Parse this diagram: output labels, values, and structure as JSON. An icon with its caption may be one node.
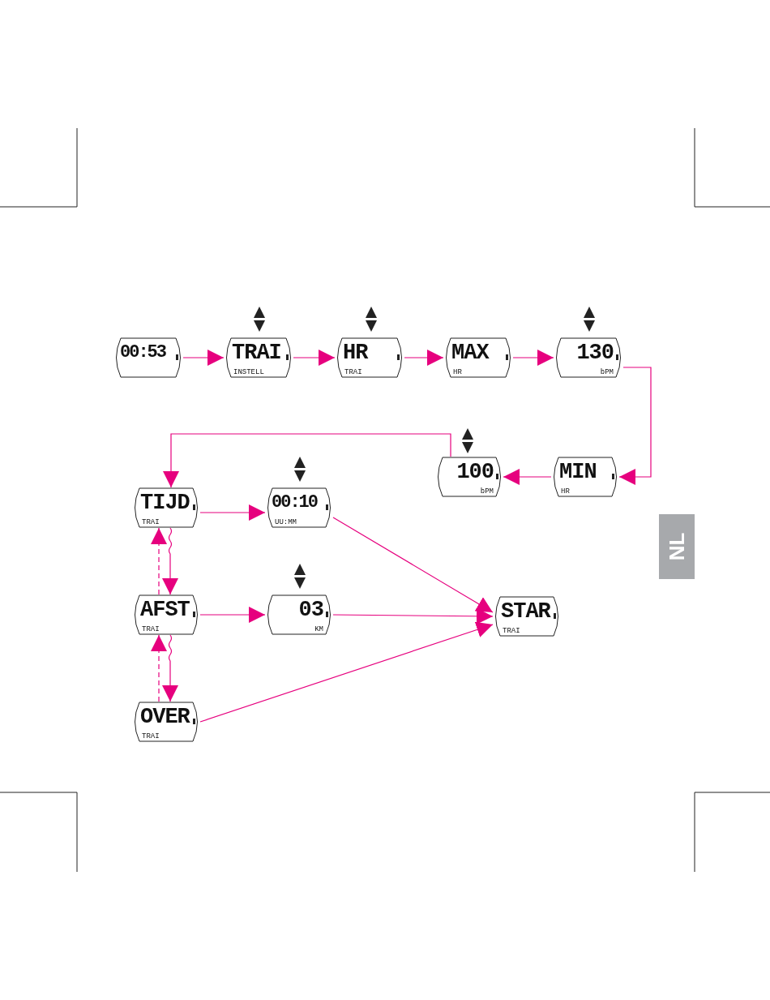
{
  "diagram": {
    "nodes": [
      {
        "text": [
          "00:53"
        ]
      },
      {
        "text": [
          "TRAI",
          "INSTELL"
        ]
      },
      {
        "text": [
          "HR",
          "TRAI"
        ]
      },
      {
        "text": [
          "MAX",
          "HR"
        ]
      },
      {
        "text": [
          "130",
          "bPM"
        ]
      },
      {
        "text": [
          "MIN",
          "HR"
        ]
      },
      {
        "text": [
          "100",
          "bPM"
        ]
      },
      {
        "text": [
          "TIJD",
          "TRAI"
        ]
      },
      {
        "text": [
          "00:10",
          "UU:MM"
        ]
      },
      {
        "text": [
          "AFST",
          "TRAI"
        ]
      },
      {
        "text": [
          "03",
          "KM"
        ]
      },
      {
        "text": [
          "STAR",
          "TRAI"
        ]
      },
      {
        "text": [
          "OVER",
          "TRAI"
        ]
      }
    ],
    "edges": [
      {
        "from": 0,
        "to": 1,
        "arrow": "to"
      },
      {
        "from": 1,
        "to": 2,
        "arrow": "to"
      },
      {
        "from": 2,
        "to": 3,
        "arrow": "to"
      },
      {
        "from": 3,
        "to": 4,
        "arrow": "to"
      },
      {
        "from": 4,
        "to": 5,
        "arrow": "to"
      },
      {
        "from": 5,
        "to": 6,
        "arrow": "to"
      },
      {
        "from": 6,
        "to": 7,
        "arrow": "to"
      },
      {
        "from": 7,
        "to": 8,
        "arrow": "to"
      },
      {
        "from": 8,
        "to": 11,
        "arrow": "to"
      },
      {
        "from": 9,
        "to": 10,
        "arrow": "to"
      },
      {
        "from": 10,
        "to": 11,
        "arrow": "to"
      },
      {
        "from": 12,
        "to": 11,
        "arrow": "to"
      },
      {
        "from": 9,
        "to": 7,
        "arrow": "to",
        "style": "dashed"
      },
      {
        "from": 7,
        "to": 9,
        "arrow": "to"
      },
      {
        "from": 12,
        "to": 9,
        "arrow": "to",
        "style": "dashed"
      },
      {
        "from": 9,
        "to": 12,
        "arrow": "to"
      }
    ],
    "labels": [
      "NL"
    ]
  }
}
